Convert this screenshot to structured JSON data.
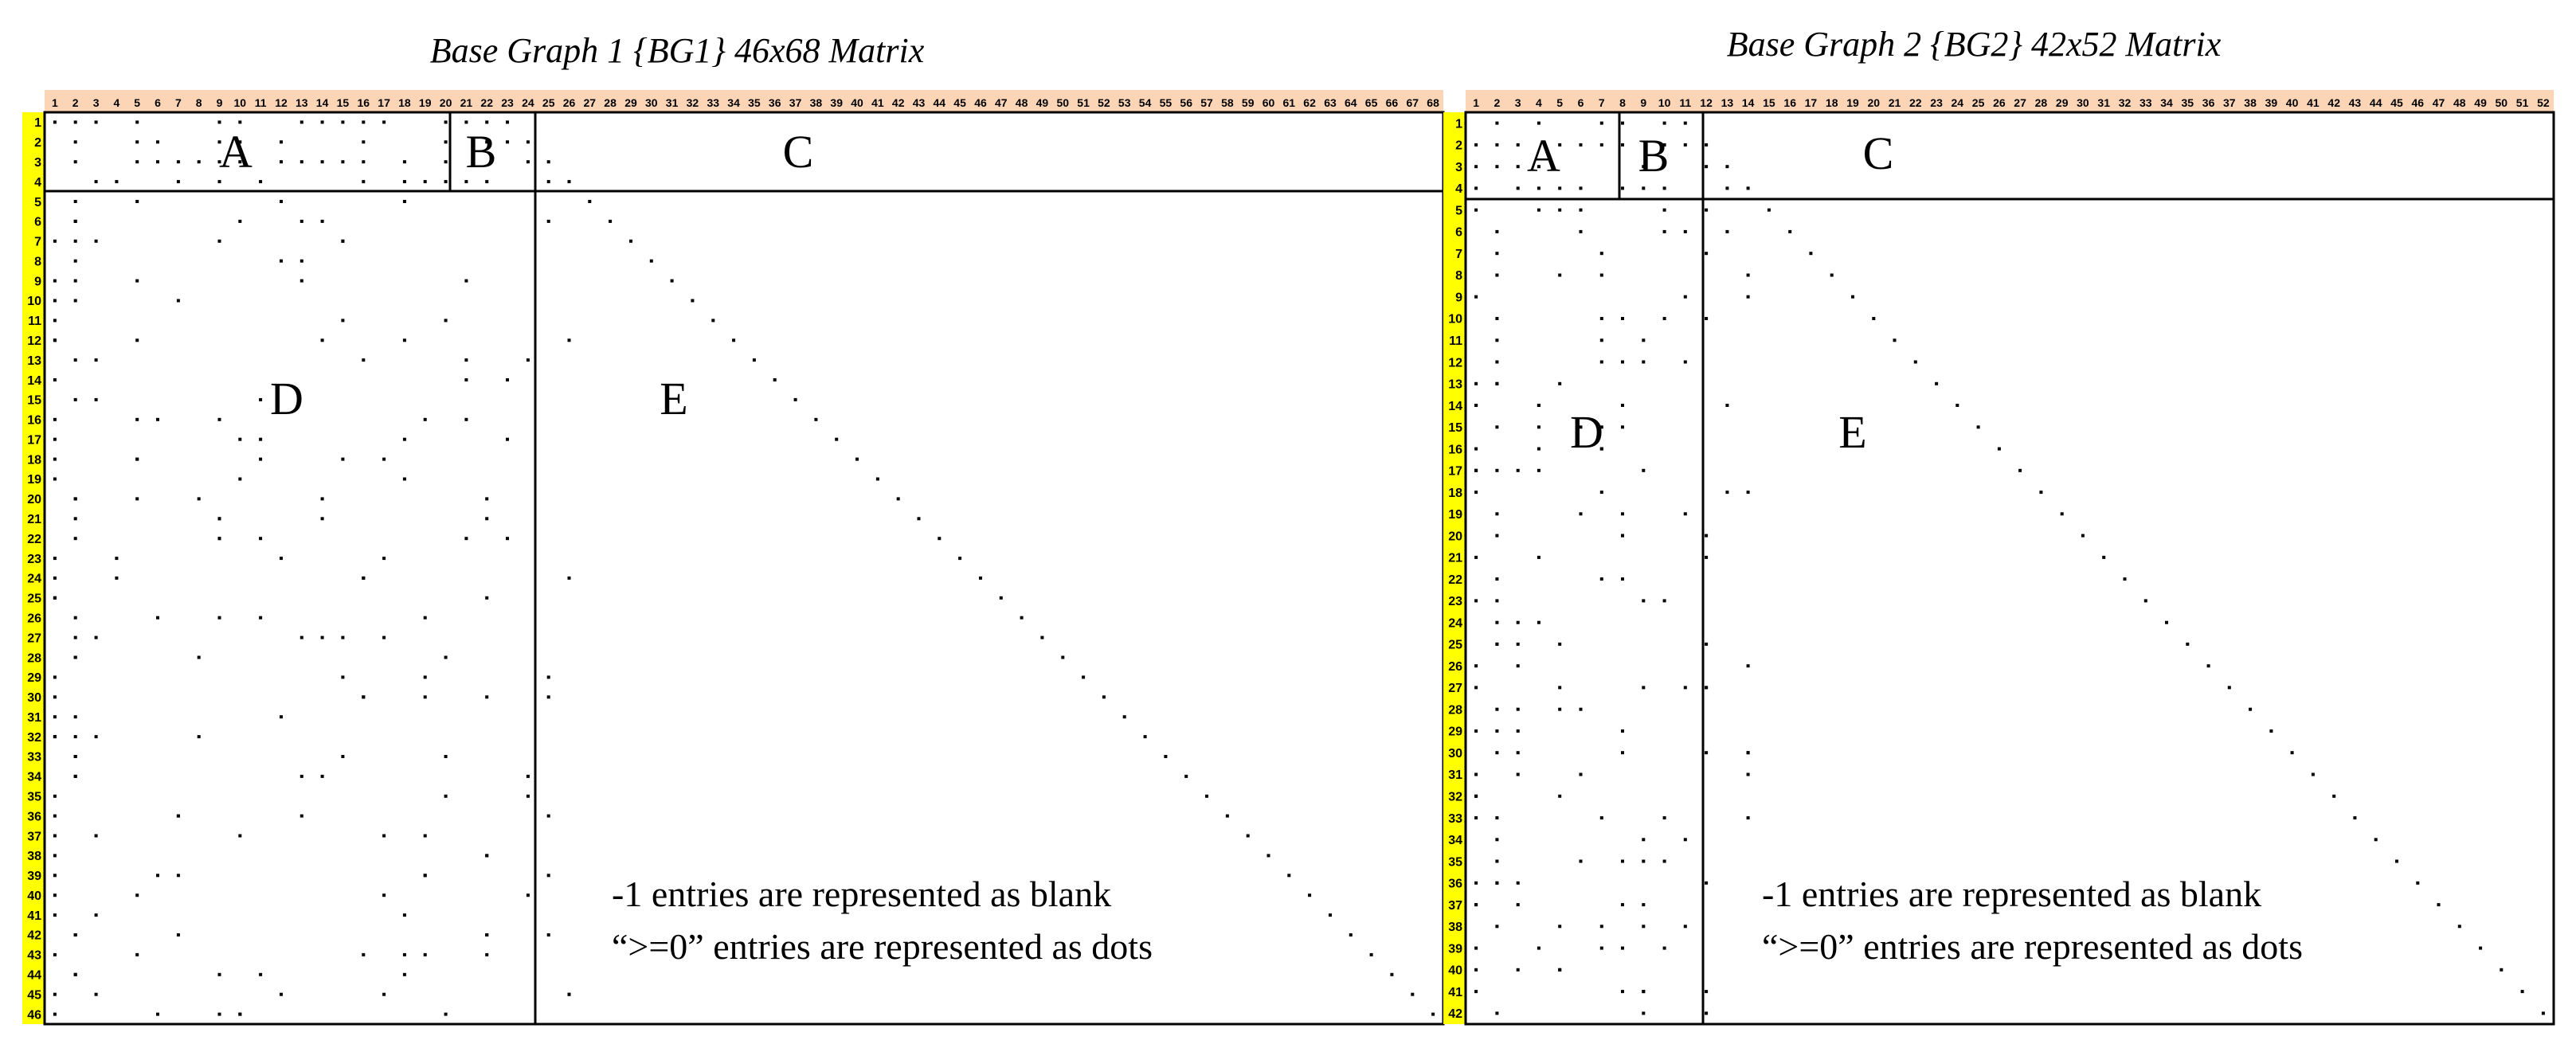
{
  "panels": [
    {
      "id": "bg1",
      "title": "Base Graph 1 {BG1} 46x68 Matrix",
      "rows": 46,
      "cols": 68,
      "region_labels": {
        "A": "A",
        "B": "B",
        "C": "C",
        "D": "D",
        "E": "E"
      },
      "legend": [
        "-1 entries are represented as blank",
        "“>=0” entries are represented as dots"
      ],
      "colors": {
        "row_header": "#ffff00",
        "col_header": "#fbd5b5",
        "line": "#000000",
        "dot": "#000000"
      }
    },
    {
      "id": "bg2",
      "title": "Base Graph 2 {BG2} 42x52 Matrix",
      "rows": 42,
      "cols": 52,
      "region_labels": {
        "A": "A",
        "B": "B",
        "C": "C",
        "D": "D",
        "E": "E"
      },
      "legend": [
        "-1 entries are represented as blank",
        "“>=0” entries are represented as dots"
      ],
      "colors": {
        "row_header": "#ffff00",
        "col_header": "#fbd5b5",
        "line": "#000000",
        "dot": "#000000"
      }
    }
  ]
}
